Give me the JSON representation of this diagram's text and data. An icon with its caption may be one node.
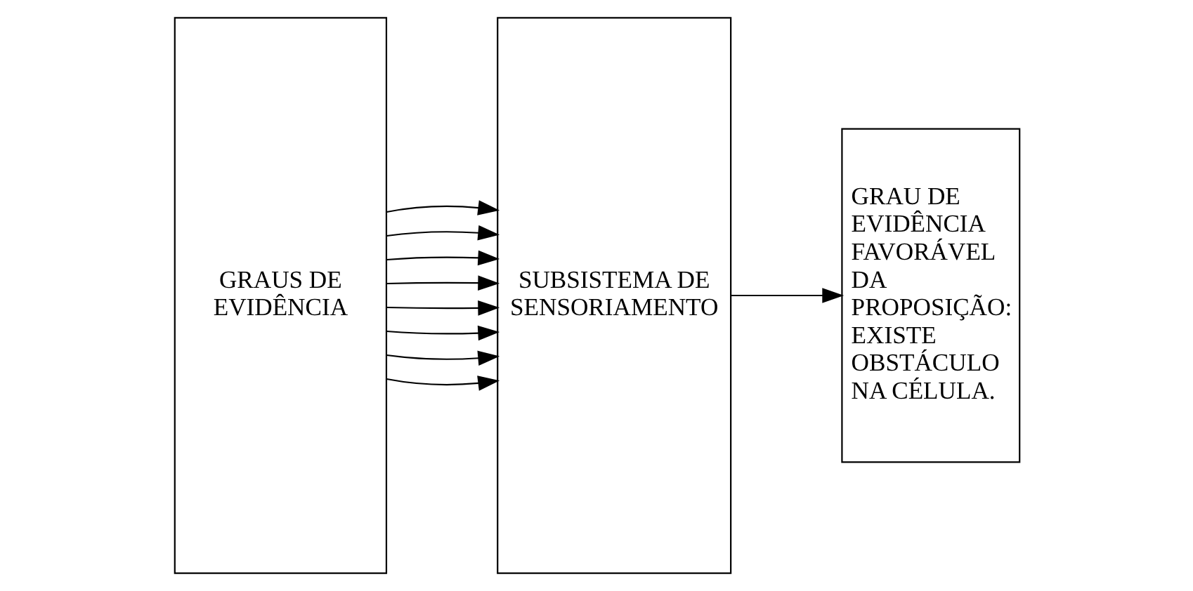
{
  "diagram": {
    "nodes": [
      {
        "text": [
          "GRAUS DE EVIDÊNCIA"
        ]
      },
      {
        "text": [
          "SUBSISTEMA DE SENSORIAMENTO"
        ]
      },
      {
        "text": [
          "GRAU DE EVIDÊNCIA FAVORÁVEL DA PROPOSIÇÃO: EXISTE OBSTÁCULO NA CÉLULA."
        ]
      }
    ],
    "edges": [
      {
        "from": 0,
        "to": 1,
        "arrow": "to"
      },
      {
        "from": 0,
        "to": 1,
        "arrow": "to"
      },
      {
        "from": 0,
        "to": 1,
        "arrow": "to"
      },
      {
        "from": 0,
        "to": 1,
        "arrow": "to"
      },
      {
        "from": 0,
        "to": 1,
        "arrow": "to"
      },
      {
        "from": 0,
        "to": 1,
        "arrow": "to"
      },
      {
        "from": 0,
        "to": 1,
        "arrow": "to"
      },
      {
        "from": 0,
        "to": 1,
        "arrow": "to"
      },
      {
        "from": 1,
        "to": 2,
        "arrow": "to"
      }
    ]
  }
}
